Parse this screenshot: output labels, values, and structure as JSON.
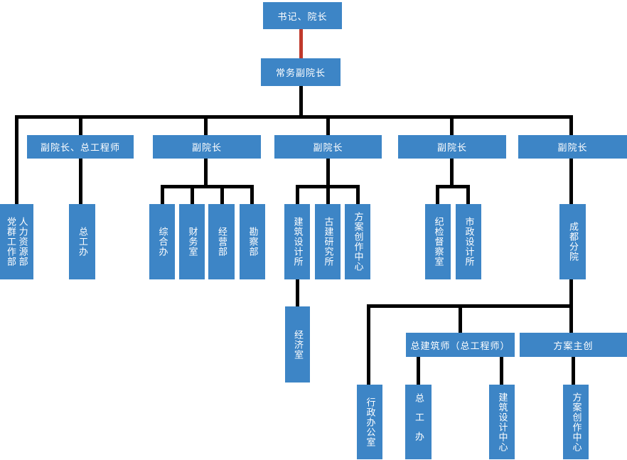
{
  "diagram": {
    "type": "org-chart",
    "colors": {
      "node_fill": "#3D85C6",
      "node_text": "#FFFFFF",
      "connector": "#000000",
      "special_connector_red": "#C0392B",
      "background": "#FFFFFF"
    },
    "nodes": {
      "chairman": "书记、院长",
      "executive_vp": "常务副院长",
      "vp_chief_engineer": "副院长、总工程师",
      "vp2": "副院长",
      "vp3": "副院长",
      "vp4": "副院长",
      "vp5": "副院长",
      "party_mass_dept": "党群工作部",
      "hr_dept": "人力资源部",
      "chief_engineer_office": "总工办",
      "general_office": "综合办",
      "finance_office": "财务室",
      "operations_dept": "经营部",
      "survey_dept": "勘察部",
      "architectural_design_institute": "建筑设计所",
      "ancient_architecture_institute": "古建研究所",
      "scheme_creation_center": "方案创作中心",
      "economics_office": "经济室",
      "discipline_inspection_office": "纪检督察室",
      "municipal_design_institute": "市政设计所",
      "chengdu_branch": "成都分院",
      "chief_architect": "总建筑师（总工程师）",
      "scheme_lead": "方案主创",
      "admin_office": "行政办公室",
      "chief_engineer_office_chengdu": "总工办",
      "architectural_design_center": "建筑设计中心",
      "scheme_creation_center_chengdu": "方案创作中心"
    },
    "edges": [
      {
        "from": "chairman",
        "to": "executive_vp",
        "style": "red"
      },
      {
        "from": "executive_vp",
        "to": "vp_chief_engineer"
      },
      {
        "from": "executive_vp",
        "to": "vp2"
      },
      {
        "from": "executive_vp",
        "to": "vp3"
      },
      {
        "from": "executive_vp",
        "to": "vp4"
      },
      {
        "from": "executive_vp",
        "to": "vp5"
      },
      {
        "from": "executive_vp",
        "to": "party_mass_dept_hr_dept"
      },
      {
        "from": "vp_chief_engineer",
        "to": "chief_engineer_office"
      },
      {
        "from": "vp2",
        "to": "general_office"
      },
      {
        "from": "vp2",
        "to": "finance_office"
      },
      {
        "from": "vp2",
        "to": "operations_dept"
      },
      {
        "from": "vp2",
        "to": "survey_dept"
      },
      {
        "from": "vp3",
        "to": "architectural_design_institute"
      },
      {
        "from": "vp3",
        "to": "ancient_architecture_institute"
      },
      {
        "from": "vp3",
        "to": "scheme_creation_center"
      },
      {
        "from": "architectural_design_institute",
        "to": "economics_office"
      },
      {
        "from": "vp4",
        "to": "discipline_inspection_office"
      },
      {
        "from": "vp4",
        "to": "municipal_design_institute"
      },
      {
        "from": "vp5",
        "to": "chengdu_branch"
      },
      {
        "from": "chengdu_branch",
        "to": "admin_office"
      },
      {
        "from": "chengdu_branch",
        "to": "chief_architect"
      },
      {
        "from": "chengdu_branch",
        "to": "scheme_lead"
      },
      {
        "from": "chief_architect",
        "to": "chief_engineer_office_chengdu"
      },
      {
        "from": "chief_architect",
        "to": "architectural_design_center"
      },
      {
        "from": "scheme_lead",
        "to": "scheme_creation_center_chengdu"
      }
    ]
  }
}
